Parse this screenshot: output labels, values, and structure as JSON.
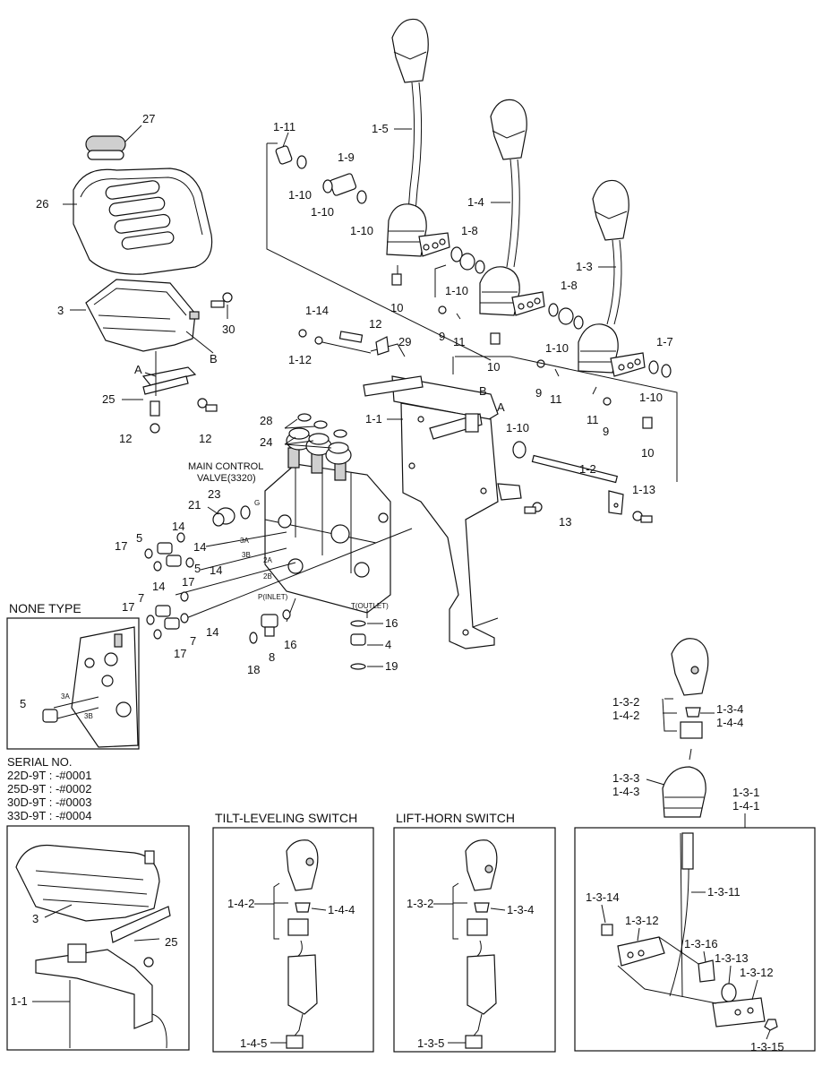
{
  "inset_titles": {
    "none_type": "NONE TYPE",
    "tilt_leveling": "TILT-LEVELING SWITCH",
    "lift_horn": "LIFT-HORN SWITCH"
  },
  "valve_label": {
    "line1": "MAIN CONTROL",
    "line2": "VALVE(3320)"
  },
  "serial": {
    "heading": "SERIAL NO.",
    "rows": [
      "22D-9T : -#0001",
      "25D-9T : -#0002",
      "30D-9T : -#0003",
      "33D-9T : -#0004"
    ]
  },
  "port_labels": {
    "p3a": "3A",
    "p3b": "3B",
    "p2a": "2A",
    "p2b": "2B",
    "inlet": "P(INLET)",
    "outlet": "T(OUTLET)",
    "g": "G"
  },
  "callouts": {
    "c27": "27",
    "c26": "26",
    "c3": "3",
    "c30": "30",
    "cB1": "B",
    "cA1": "A",
    "c25": "25",
    "c12a": "12",
    "c12b": "12",
    "c1_11": "1-11",
    "c1_10a": "1-10",
    "c1_9": "1-9",
    "c1_10b": "1-10",
    "c1_10c": "1-10",
    "c1_5": "1-5",
    "c1_4": "1-4",
    "c1_8a": "1-8",
    "c1_10d": "1-10",
    "c10a": "10",
    "c9a": "9",
    "c11a": "11",
    "c1_14": "1-14",
    "c1_12": "1-12",
    "c12c": "12",
    "c29": "29",
    "c1_3": "1-3",
    "c1_8b": "1-8",
    "c1_10e": "1-10",
    "c1_7": "1-7",
    "c10b": "10",
    "c9b": "9",
    "c11b": "11",
    "c11c": "11",
    "c9c": "9",
    "c1_10f": "1-10",
    "c10c": "10",
    "cB2": "B",
    "cA2": "A",
    "c1_1": "1-1",
    "c1_10g": "1-10",
    "c28": "28",
    "c24": "24",
    "c1_2": "1-2",
    "c1_13": "1-13",
    "c13": "13",
    "c23": "23",
    "c21": "21",
    "c14a": "14",
    "c5a": "5",
    "c14b": "14",
    "c17a": "17",
    "c5b": "5",
    "c14c": "14",
    "c14d": "14",
    "c7a": "7",
    "c17b": "17",
    "c17c": "17",
    "c7b": "7",
    "c14e": "14",
    "c17d": "17",
    "c16a": "16",
    "c4": "4",
    "c19": "19",
    "c16b": "16",
    "c8": "8",
    "c18": "18",
    "c5c": "5",
    "c1_3_2": "1-3-2",
    "c1_4_2": "1-4-2",
    "c1_3_4": "1-3-4",
    "c1_4_4": "1-4-4",
    "c1_3_3": "1-3-3",
    "c1_4_3": "1-4-3",
    "c1_3_1": "1-3-1",
    "c1_4_1": "1-4-1",
    "c1_3_11": "1-3-11",
    "c1_3_14": "1-3-14",
    "c1_3_12a": "1-3-12",
    "c1_3_16": "1-3-16",
    "c1_3_13": "1-3-13",
    "c1_3_12b": "1-3-12",
    "c1_3_15": "1-3-15",
    "c3b": "3",
    "c25b": "25",
    "c1_1b": "1-1",
    "t1_4_2": "1-4-2",
    "t1_4_4": "1-4-4",
    "t1_4_5": "1-4-5",
    "h1_3_2": "1-3-2",
    "h1_3_4": "1-3-4",
    "h1_3_5": "1-3-5"
  }
}
